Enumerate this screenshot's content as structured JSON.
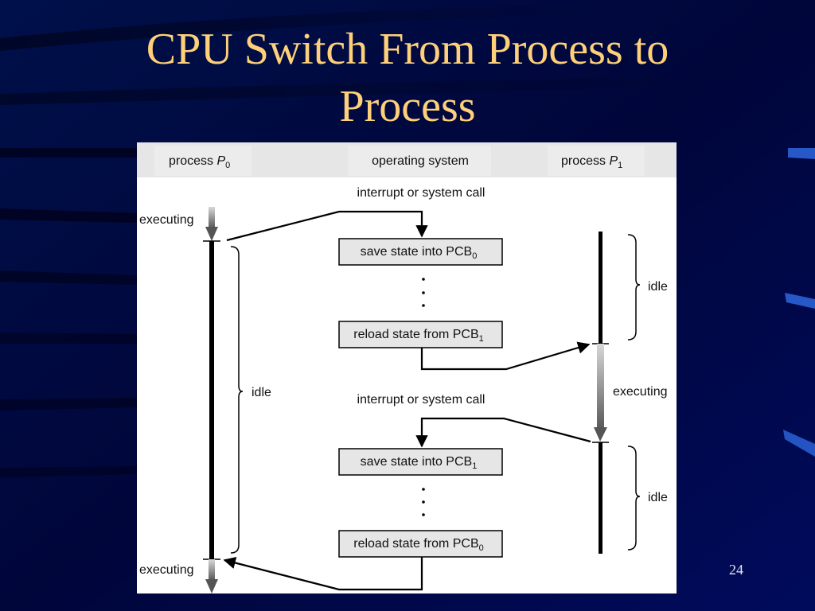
{
  "slide": {
    "title_line1": "CPU Switch From Process to",
    "title_line2": "Process",
    "page_number": "24"
  },
  "diagram": {
    "headers": {
      "p0_prefix": "process ",
      "p0_italic": "P",
      "p0_sub": "0",
      "os": "operating system",
      "p1_prefix": "process ",
      "p1_italic": "P",
      "p1_sub": "1"
    },
    "events": {
      "interrupt_1": "interrupt or system call",
      "interrupt_2": "interrupt or system call"
    },
    "boxes": {
      "save_pcb0_text": "save state into PCB",
      "save_pcb0_sub": "0",
      "reload_pcb1_text": "reload state from PCB",
      "reload_pcb1_sub": "1",
      "save_pcb1_text": "save state into PCB",
      "save_pcb1_sub": "1",
      "reload_pcb0_text": "reload state from PCB",
      "reload_pcb0_sub": "0"
    },
    "labels": {
      "p0_executing_top": "executing",
      "p0_idle": "idle",
      "p0_executing_bottom": "executing",
      "p1_idle_top": "idle",
      "p1_executing": "executing",
      "p1_idle_bottom": "idle"
    },
    "colors": {
      "panel": "#ffffff",
      "header": "#e6e6e6",
      "box_fill": "#e6e6e6",
      "line": "#000000"
    }
  }
}
